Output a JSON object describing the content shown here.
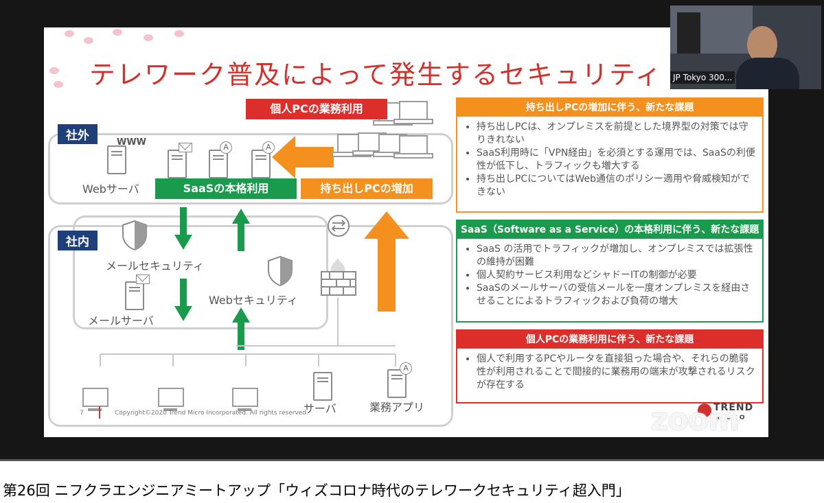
{
  "video_caption": "第26回 ニフクラエンジニアミートアップ「ウィズコロナ時代のテレワークセキュリティ超入門」",
  "participant": {
    "name": "JP Tokyo 300..."
  },
  "zoom_watermark": "zoom",
  "slide": {
    "title": "テレワーク普及によって発生するセキュリティ",
    "zone_outside": "社外",
    "zone_inside": "社内",
    "www_label": "WWW",
    "web_server": "Webサーバ",
    "saas_label": "SaaSの本格利用",
    "byod_label": "個人PCの業務利用",
    "mobile_pc_label": "持ち出しPCの増加",
    "mail_security": "メールセキュリティ",
    "mail_server": "メールサーバ",
    "web_security": "Webセキュリティ",
    "server": "サーバ",
    "business_app": "業務アプリ",
    "page_number": "7",
    "copyright": "Copyright©2020 Trend Micro Incorporated. All rights reserved.",
    "logo_line1": "TREND",
    "logo_line2": "MICRO",
    "panels": [
      {
        "title": "持ち出しPCの増加に伴う、新たな課題",
        "color": "#f4901e",
        "items": [
          "持ち出しPCは、オンプレミスを前提とした境界型の対策では守りきれない",
          "SaaS利用時に「VPN経由」を必須とする運用では、SaaSの利便性が低下し、トラフィックも増大する",
          "持ち出しPCについてはWeb通信のポリシー適用や脅威検知ができない"
        ]
      },
      {
        "title": "SaaS（Software as a Service）の本格利用に伴う、新たな課題",
        "color": "#1a9a4c",
        "items": [
          "SaaS の活用でトラフィックが増加し、オンプレミスでは拡張性の維持が困難",
          "個人契約サービス利用などシャドーITの制御が必要",
          "SaaSのメールサーバの受信メールを一度オンプレミスを経由させることによるトラフィックおよび負荷の増大"
        ]
      },
      {
        "title": "個人PCの業務利用に伴う、新たな課題",
        "color": "#dc2f2b",
        "items": [
          "個人で利用するPCやルータを直接狙った場合や、それらの脆弱性が利用されることで間接的に業務用の端末が攻撃されるリスクが存在する"
        ]
      }
    ]
  },
  "colors": {
    "orange": "#f4901e",
    "green": "#1a9a4c",
    "red": "#dc2f2b",
    "navy": "#1e3f7a",
    "title_red": "#d0312d"
  }
}
